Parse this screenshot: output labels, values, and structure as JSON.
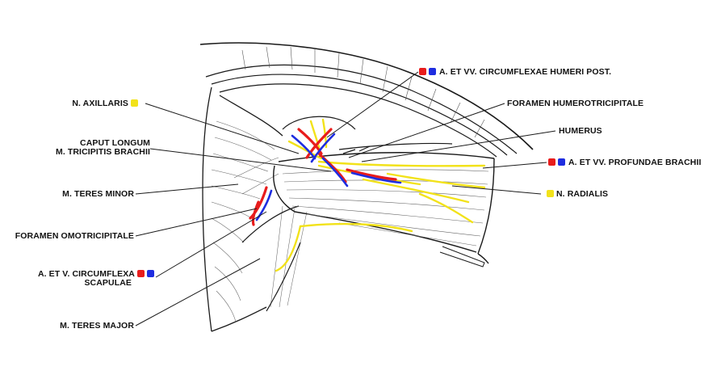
{
  "colors": {
    "artery": "#e81c1c",
    "vein": "#1e2de0",
    "nerve": "#f2e21a",
    "outline": "#1a1a1a"
  },
  "labels": {
    "circumflexae_humeri_post": "A. ET VV. CIRCUMFLEXAE HUMERI POST.",
    "n_axillaris": "N. AXILLARIS",
    "foramen_humerotricipitale": "FORAMEN HUMEROTRICIPITALE",
    "humerus": "HUMERUS",
    "caput_longum_line1": "CAPUT LONGUM",
    "caput_longum_line2": "M. TRICIPITIS BRACHII",
    "profundae_brachii": "A. ET VV. PROFUNDAE BRACHII",
    "teres_minor": "M. TERES MINOR",
    "n_radialis": "N. RADIALIS",
    "foramen_omotricipitale": "FORAMEN OMOTRICIPITALE",
    "circumflexa_scapulae_line1": "A. ET V. CIRCUMFLEXA",
    "circumflexa_scapulae_line2": "SCAPULAE",
    "teres_major": "M. TERES MAJOR"
  }
}
